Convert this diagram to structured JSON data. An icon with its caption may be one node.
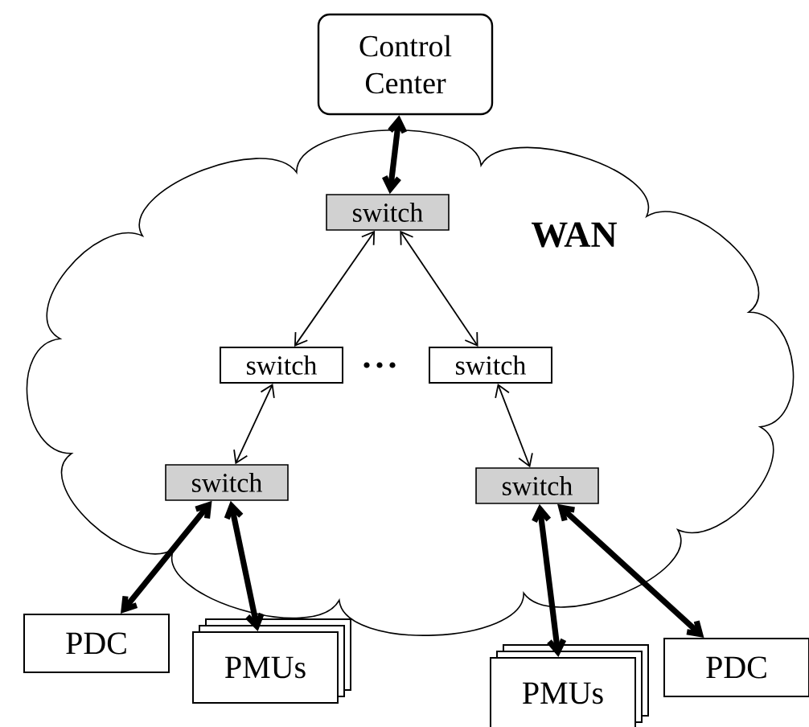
{
  "diagram": {
    "nodes": [
      {
        "text": [
          "Control Center"
        ]
      },
      {
        "text": [
          "WAN"
        ]
      },
      {
        "text": [
          "switch"
        ],
        "in": 1
      },
      {
        "text": [
          "switch"
        ],
        "in": 1
      },
      {
        "text": [
          "switch"
        ],
        "in": 1
      },
      {
        "text": [
          "switch"
        ],
        "in": 1
      },
      {
        "text": [
          "switch"
        ],
        "in": 1
      },
      {
        "text": [
          "PDC"
        ]
      },
      {
        "text": [
          "PMUs"
        ]
      },
      {
        "text": [
          "PMUs"
        ]
      },
      {
        "text": [
          "PDC"
        ]
      }
    ],
    "edges": [
      {
        "from": 0,
        "to": 2,
        "arrow": "both"
      },
      {
        "from": 2,
        "to": 3,
        "arrow": "both"
      },
      {
        "from": 2,
        "to": 4,
        "arrow": "both"
      },
      {
        "from": 3,
        "to": 5,
        "arrow": "both"
      },
      {
        "from": 4,
        "to": 6,
        "arrow": "both"
      },
      {
        "from": 5,
        "to": 7,
        "arrow": "both"
      },
      {
        "from": 5,
        "to": 8,
        "arrow": "both"
      },
      {
        "from": 6,
        "to": 9,
        "arrow": "both"
      },
      {
        "from": 6,
        "to": 10,
        "arrow": "both"
      }
    ]
  }
}
